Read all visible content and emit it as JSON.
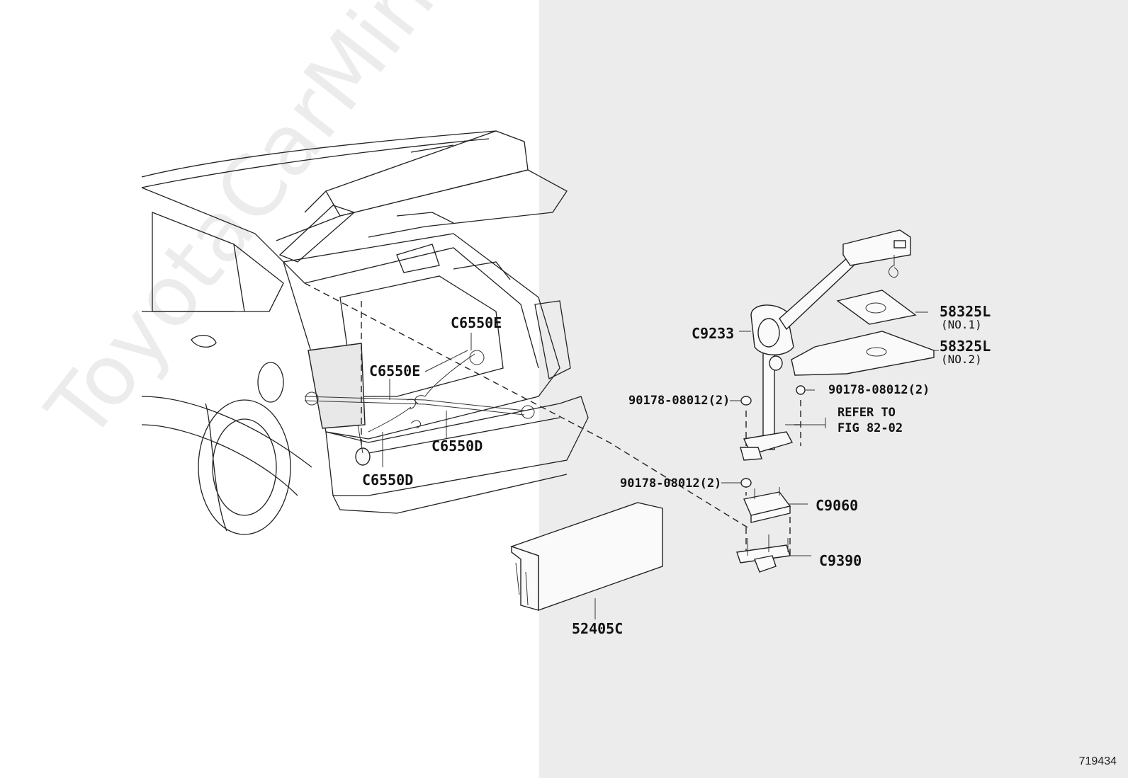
{
  "colors": {
    "left_background": "#ffffff",
    "right_background": "#ececec",
    "line": "#222222"
  },
  "watermark": "ToyotaCarMine.ru",
  "figure_number": "719434",
  "callouts": {
    "c6550e_top": "C6550E",
    "c6550e_left": "C6550E",
    "c6550d_right": "C6550D",
    "c6550d_bottom": "C6550D",
    "c9233": "C9233",
    "p58325l_1": "58325L",
    "p58325l_1_note": "(NO.1)",
    "p58325l_2": "58325L",
    "p58325l_2_note": "(NO.2)",
    "bolt_left_upper": "90178-08012(2)",
    "bolt_right": "90178-08012(2)",
    "bolt_left_lower": "90178-08012(2)",
    "refer_line1": "REFER TO",
    "refer_line2": "FIG 82-02",
    "c9060": "C9060",
    "c9390": "C9390",
    "p52405c": "52405C"
  }
}
